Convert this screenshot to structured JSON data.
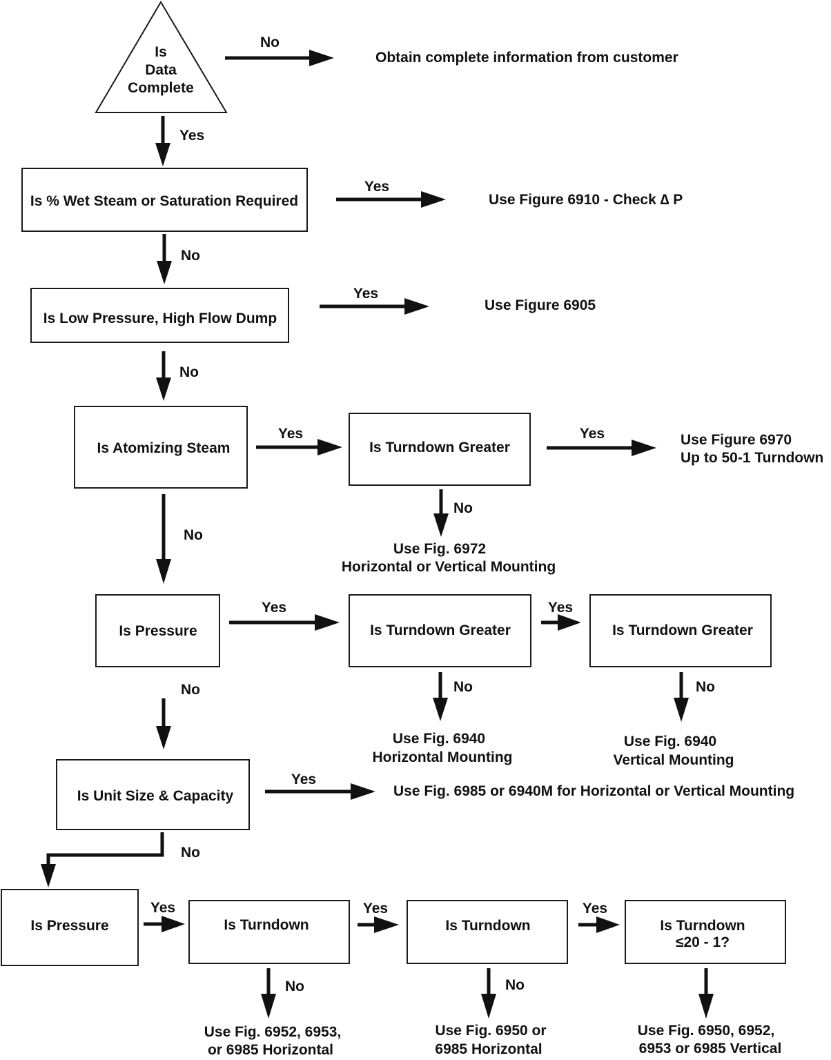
{
  "decisions": {
    "data_complete": [
      "Is",
      "Data",
      "Complete"
    ],
    "wet_steam": "Is % Wet Steam or Saturation Required",
    "low_pressure": "Is Low Pressure, High Flow Dump",
    "atomizing": "Is Atomizing Steam",
    "atomizing_turndown": "Is Turndown Greater",
    "pressure_1": "Is Pressure",
    "pressure_turndown_1": "Is Turndown Greater",
    "pressure_turndown_2": "Is Turndown Greater",
    "unit_size": "Is Unit Size & Capacity",
    "pressure_2": "Is Pressure",
    "turndown_a": "Is Turndown",
    "turndown_b": "Is Turndown",
    "turndown_c": [
      "Is Turndown",
      "≤20 - 1?"
    ]
  },
  "outcomes": {
    "obtain_info": "Obtain complete information from customer",
    "fig_6910": "Use Figure 6910 - Check ∆ P",
    "fig_6905": "Use Figure 6905",
    "fig_6970": [
      "Use Figure 6970",
      "Up to 50-1 Turndown"
    ],
    "fig_6972": [
      "Use Fig. 6972",
      "Horizontal or Vertical Mounting"
    ],
    "fig_6940_h": [
      "Use Fig. 6940",
      "Horizontal Mounting"
    ],
    "fig_6940_v": [
      "Use Fig. 6940",
      "Vertical Mounting"
    ],
    "fig_6985": "Use Fig. 6985 or 6940M for Horizontal or Vertical Mounting",
    "fig_6952": [
      "Use Fig. 6952, 6953,",
      "or 6985 Horizontal"
    ],
    "fig_6950": [
      "Use Fig. 6950 or",
      "6985 Horizontal"
    ],
    "fig_6950_v": [
      "Use Fig. 6950, 6952,",
      "6953 or 6985 Vertical"
    ]
  },
  "branch_labels": {
    "yes": "Yes",
    "no": "No"
  },
  "colors": {
    "ink": "#111111",
    "background": "#ffffff"
  }
}
